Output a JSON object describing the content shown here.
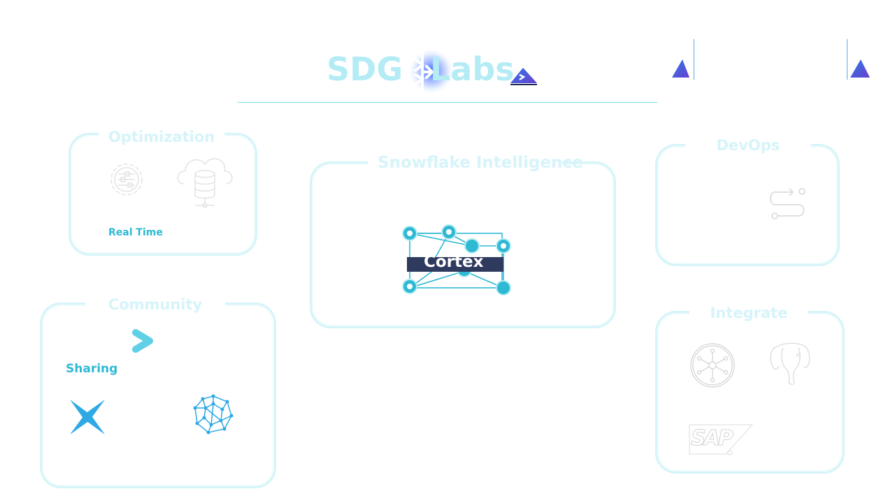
{
  "header": {
    "title_left": "SDG",
    "title_right": "Labs"
  },
  "cards": {
    "optimization": {
      "title": "Optimization",
      "label": "Real Time"
    },
    "snowflake_intelligence": {
      "title": "Snowflake Intelligence",
      "badge": "Cortex"
    },
    "devops": {
      "title": "DevOps"
    },
    "community": {
      "title": "Community",
      "label": "Sharing"
    },
    "integrate": {
      "title": "Integrate",
      "sap_text": "SAP"
    }
  },
  "colors": {
    "card_border": "#d6f4f9",
    "title_text": "#b4ecf5",
    "accent_cyan": "#2fb9d3",
    "cortex_bg": "#2e3b5e",
    "brand_purple": "#6a3fd0",
    "brand_blue": "#2c7be5"
  },
  "icons": [
    "snowflake-icon",
    "brand-mountain-icon",
    "gear-settings-icon",
    "cloud-database-icon",
    "pipeline-icon",
    "network-graph-icon",
    "chevron-right-icon",
    "sparkle-star-icon",
    "polyhedron-network-icon",
    "hub-circle-icon",
    "elephant-icon",
    "sap-logo-icon"
  ]
}
